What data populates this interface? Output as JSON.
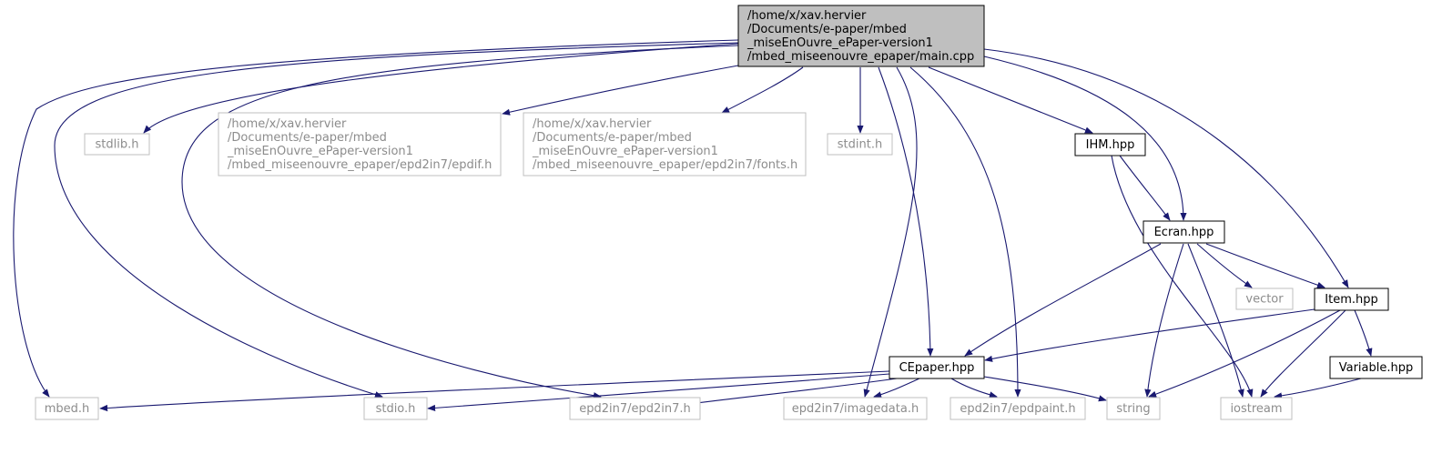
{
  "colors": {
    "edge": "#191970",
    "root_fill": "#bfbfbf",
    "root_stroke": "#000000",
    "local_stroke": "#000000",
    "external_stroke": "#bfbfbf",
    "local_text": "#000000",
    "external_text": "#8c8c8c"
  },
  "nodes": {
    "main": {
      "lines": [
        "/home/x/xav.hervier",
        "/Documents/e-paper/mbed",
        "_miseEnOuvre_ePaper-version1",
        "/mbed_miseenouvre_epaper/main.cpp"
      ],
      "kind": "root"
    },
    "stdlib": {
      "lines": [
        "stdlib.h"
      ],
      "kind": "external"
    },
    "epdif": {
      "lines": [
        "/home/x/xav.hervier",
        "/Documents/e-paper/mbed",
        "_miseEnOuvre_ePaper-version1",
        "/mbed_miseenouvre_epaper/epd2in7/epdif.h"
      ],
      "kind": "external"
    },
    "fonts": {
      "lines": [
        "/home/x/xav.hervier",
        "/Documents/e-paper/mbed",
        "_miseEnOuvre_ePaper-version1",
        "/mbed_miseenouvre_epaper/epd2in7/fonts.h"
      ],
      "kind": "external"
    },
    "stdint": {
      "lines": [
        "stdint.h"
      ],
      "kind": "external"
    },
    "ihm": {
      "lines": [
        "IHM.hpp"
      ],
      "kind": "local"
    },
    "ecran": {
      "lines": [
        "Ecran.hpp"
      ],
      "kind": "local"
    },
    "vector": {
      "lines": [
        "vector"
      ],
      "kind": "external"
    },
    "item": {
      "lines": [
        "Item.hpp"
      ],
      "kind": "local"
    },
    "cepaper": {
      "lines": [
        "CEpaper.hpp"
      ],
      "kind": "local"
    },
    "variable": {
      "lines": [
        "Variable.hpp"
      ],
      "kind": "local"
    },
    "mbed": {
      "lines": [
        "mbed.h"
      ],
      "kind": "external"
    },
    "stdio": {
      "lines": [
        "stdio.h"
      ],
      "kind": "external"
    },
    "epd2in7": {
      "lines": [
        "epd2in7/epd2in7.h"
      ],
      "kind": "external"
    },
    "imagedata": {
      "lines": [
        "epd2in7/imagedata.h"
      ],
      "kind": "external"
    },
    "epdpaint": {
      "lines": [
        "epd2in7/epdpaint.h"
      ],
      "kind": "external"
    },
    "string": {
      "lines": [
        "string"
      ],
      "kind": "external"
    },
    "iostream": {
      "lines": [
        "iostream"
      ],
      "kind": "external"
    }
  },
  "edges": [
    [
      "main",
      "stdlib"
    ],
    [
      "main",
      "epdif"
    ],
    [
      "main",
      "fonts"
    ],
    [
      "main",
      "stdint"
    ],
    [
      "main",
      "ihm"
    ],
    [
      "main",
      "ecran"
    ],
    [
      "main",
      "item"
    ],
    [
      "main",
      "cepaper"
    ],
    [
      "main",
      "mbed"
    ],
    [
      "main",
      "stdio"
    ],
    [
      "main",
      "epd2in7"
    ],
    [
      "main",
      "imagedata"
    ],
    [
      "main",
      "epdpaint"
    ],
    [
      "ihm",
      "ecran"
    ],
    [
      "ihm",
      "iostream"
    ],
    [
      "ecran",
      "cepaper"
    ],
    [
      "ecran",
      "vector"
    ],
    [
      "ecran",
      "item"
    ],
    [
      "ecran",
      "string"
    ],
    [
      "ecran",
      "iostream"
    ],
    [
      "item",
      "cepaper"
    ],
    [
      "item",
      "variable"
    ],
    [
      "item",
      "string"
    ],
    [
      "item",
      "iostream"
    ],
    [
      "variable",
      "iostream"
    ],
    [
      "cepaper",
      "mbed"
    ],
    [
      "cepaper",
      "stdio"
    ],
    [
      "cepaper",
      "epd2in7"
    ],
    [
      "cepaper",
      "imagedata"
    ],
    [
      "cepaper",
      "epdpaint"
    ],
    [
      "cepaper",
      "string"
    ]
  ]
}
